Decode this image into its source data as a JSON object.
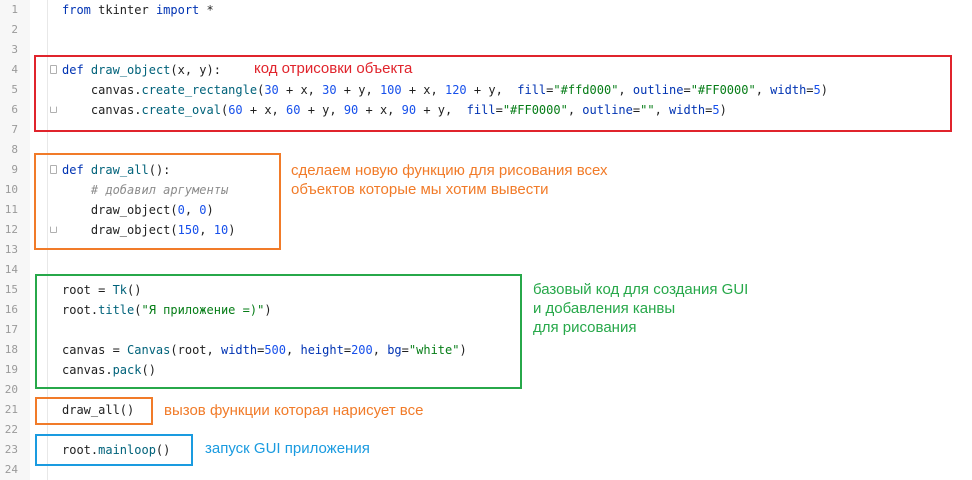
{
  "line_numbers": [
    "1",
    "2",
    "3",
    "4",
    "5",
    "6",
    "7",
    "8",
    "9",
    "10",
    "11",
    "12",
    "13",
    "14",
    "15",
    "16",
    "17",
    "18",
    "19",
    "20",
    "21",
    "22",
    "23",
    "24"
  ],
  "code": {
    "l1": {
      "kw1": "from",
      "mod": " tkinter ",
      "kw2": "import",
      "rest": " *"
    },
    "l4": {
      "kw": "def",
      "name": "draw_object",
      "args": "(x, y):"
    },
    "l5": {
      "pre": "    canvas.",
      "method": "create_rectangle",
      "p1": "(",
      "n1": "30",
      "p2": " + x, ",
      "n2": "30",
      "p3": " + y, ",
      "n3": "100",
      "p4": " + x, ",
      "n4": "120",
      "p5": " + y,  ",
      "k1": "fill",
      "e1": "=",
      "s1": "\"#ffd000\"",
      "c1": ", ",
      "k2": "outline",
      "e2": "=",
      "s2": "\"#FF0000\"",
      "c2": ", ",
      "k3": "width",
      "e3": "=",
      "n5": "5",
      "end": ")"
    },
    "l6": {
      "pre": "    canvas.",
      "method": "create_oval",
      "p1": "(",
      "n1": "60",
      "p2": " + x, ",
      "n2": "60",
      "p3": " + y, ",
      "n3": "90",
      "p4": " + x, ",
      "n4": "90",
      "p5": " + y,  ",
      "k1": "fill",
      "e1": "=",
      "s1": "\"#FF0000\"",
      "c1": ", ",
      "k2": "outline",
      "e2": "=",
      "s2": "\"\"",
      "c2": ", ",
      "k3": "width",
      "e3": "=",
      "n5": "5",
      "end": ")"
    },
    "l9": {
      "kw": "def",
      "name": "draw_all",
      "args": "():"
    },
    "l10": {
      "comment": "    # добавил аргументы"
    },
    "l11": {
      "pre": "    draw_object(",
      "n1": "0",
      "sep": ", ",
      "n2": "0",
      "end": ")"
    },
    "l12": {
      "pre": "    draw_object(",
      "n1": "150",
      "sep": ", ",
      "n2": "10",
      "end": ")"
    },
    "l15": {
      "pre": "root = ",
      "cls": "Tk",
      "end": "()"
    },
    "l16": {
      "pre": "root.",
      "method": "title",
      "p1": "(",
      "str": "\"Я приложение =)\"",
      "end": ")"
    },
    "l18": {
      "pre": "canvas = ",
      "cls": "Canvas",
      "p1": "(root, ",
      "k1": "width",
      "e1": "=",
      "n1": "500",
      "c1": ", ",
      "k2": "height",
      "e2": "=",
      "n2": "200",
      "c2": ", ",
      "k3": "bg",
      "e3": "=",
      "str": "\"white\"",
      "end": ")"
    },
    "l19": {
      "pre": "canvas.",
      "method": "pack",
      "end": "()"
    },
    "l21": {
      "text": "draw_all()"
    },
    "l23": {
      "pre": "root.",
      "method": "mainloop",
      "end": "()"
    }
  },
  "annotations": {
    "red": "код отрисовки объекта",
    "orange_1": "сделаем новую функцию для рисования всех\nобъектов которые мы хотим вывести",
    "green": "базовый код для создания GUI\nи добавления канвы\nдля рисования",
    "orange_2": "вызов функции которая нарисует все",
    "blue": "запуск GUI приложения"
  },
  "colors": {
    "red": "#e0242c",
    "orange": "#f17b29",
    "green": "#27a84a",
    "blue": "#1a9be0",
    "keyword": "#0033b3",
    "string": "#067d17",
    "number": "#1750eb"
  }
}
